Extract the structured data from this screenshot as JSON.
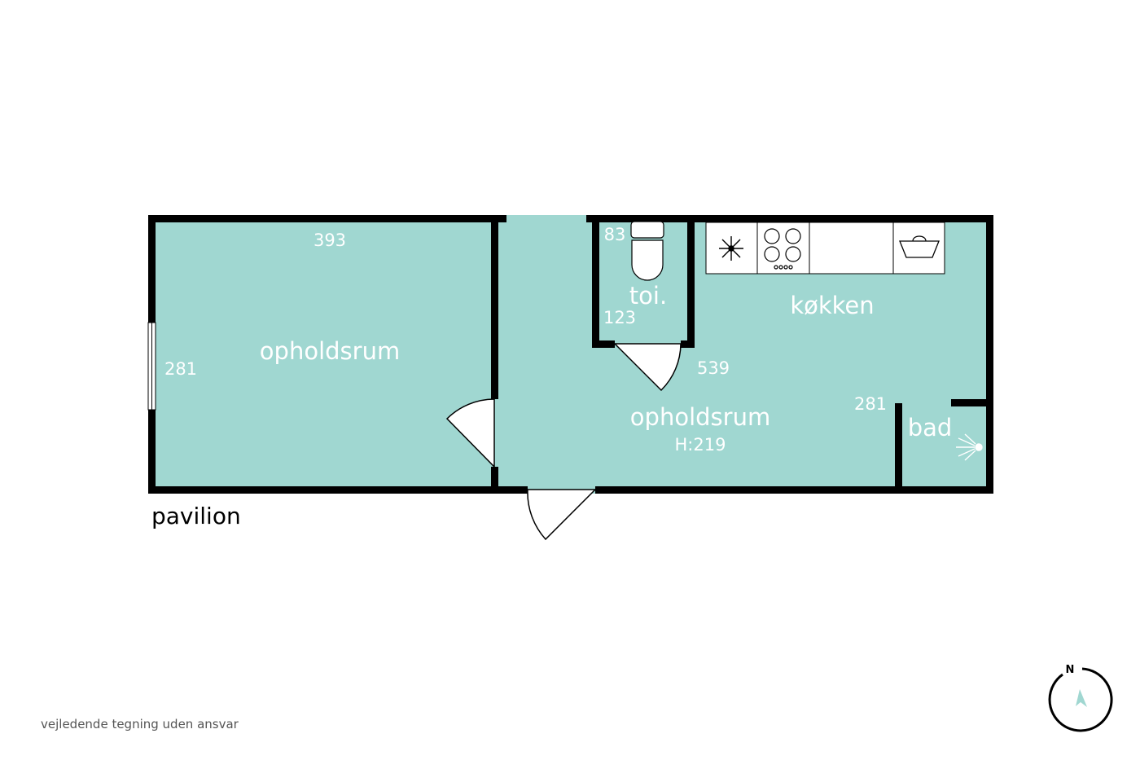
{
  "plan": {
    "title": "pavilion",
    "footnote": "vejledende tegning uden ansvar",
    "compass_label": "N",
    "colors": {
      "floor": "#a0d7d1",
      "wall": "#000000",
      "text": "#ffffff",
      "compass_arrow": "#a0d7d1"
    },
    "rooms": {
      "living_left": {
        "name": "opholdsrum",
        "width_label": "393",
        "depth_label": "281"
      },
      "toilet": {
        "name": "toi.",
        "width_label": "83",
        "depth_label": "123"
      },
      "kitchen": {
        "name": "køkken"
      },
      "living_right": {
        "name": "opholdsrum",
        "height_label": "H:219",
        "width_label": "539",
        "depth_label": "281"
      },
      "bath": {
        "name": "bad"
      }
    },
    "fixtures": [
      "toilet-icon",
      "fridge-icon",
      "stove-icon",
      "counter",
      "sink-icon",
      "shower-icon"
    ]
  }
}
